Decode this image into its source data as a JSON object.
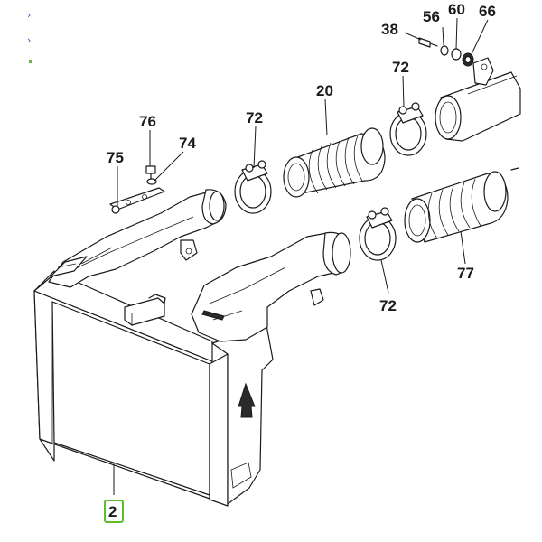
{
  "diagram": {
    "callouts": [
      {
        "id": "c38",
        "text": "38"
      },
      {
        "id": "c56",
        "text": "56"
      },
      {
        "id": "c60",
        "text": "60"
      },
      {
        "id": "c66",
        "text": "66"
      },
      {
        "id": "c72a",
        "text": "72"
      },
      {
        "id": "c20",
        "text": "20"
      },
      {
        "id": "c76",
        "text": "76"
      },
      {
        "id": "c72b",
        "text": "72"
      },
      {
        "id": "c74",
        "text": "74"
      },
      {
        "id": "c75",
        "text": "75"
      },
      {
        "id": "c72c",
        "text": "72"
      },
      {
        "id": "c77",
        "text": "77"
      },
      {
        "id": "c2",
        "text": "2"
      }
    ],
    "highlight": {
      "color": "#5cbf2a",
      "callout": "2"
    },
    "ink_color": "#1a1a1a"
  }
}
